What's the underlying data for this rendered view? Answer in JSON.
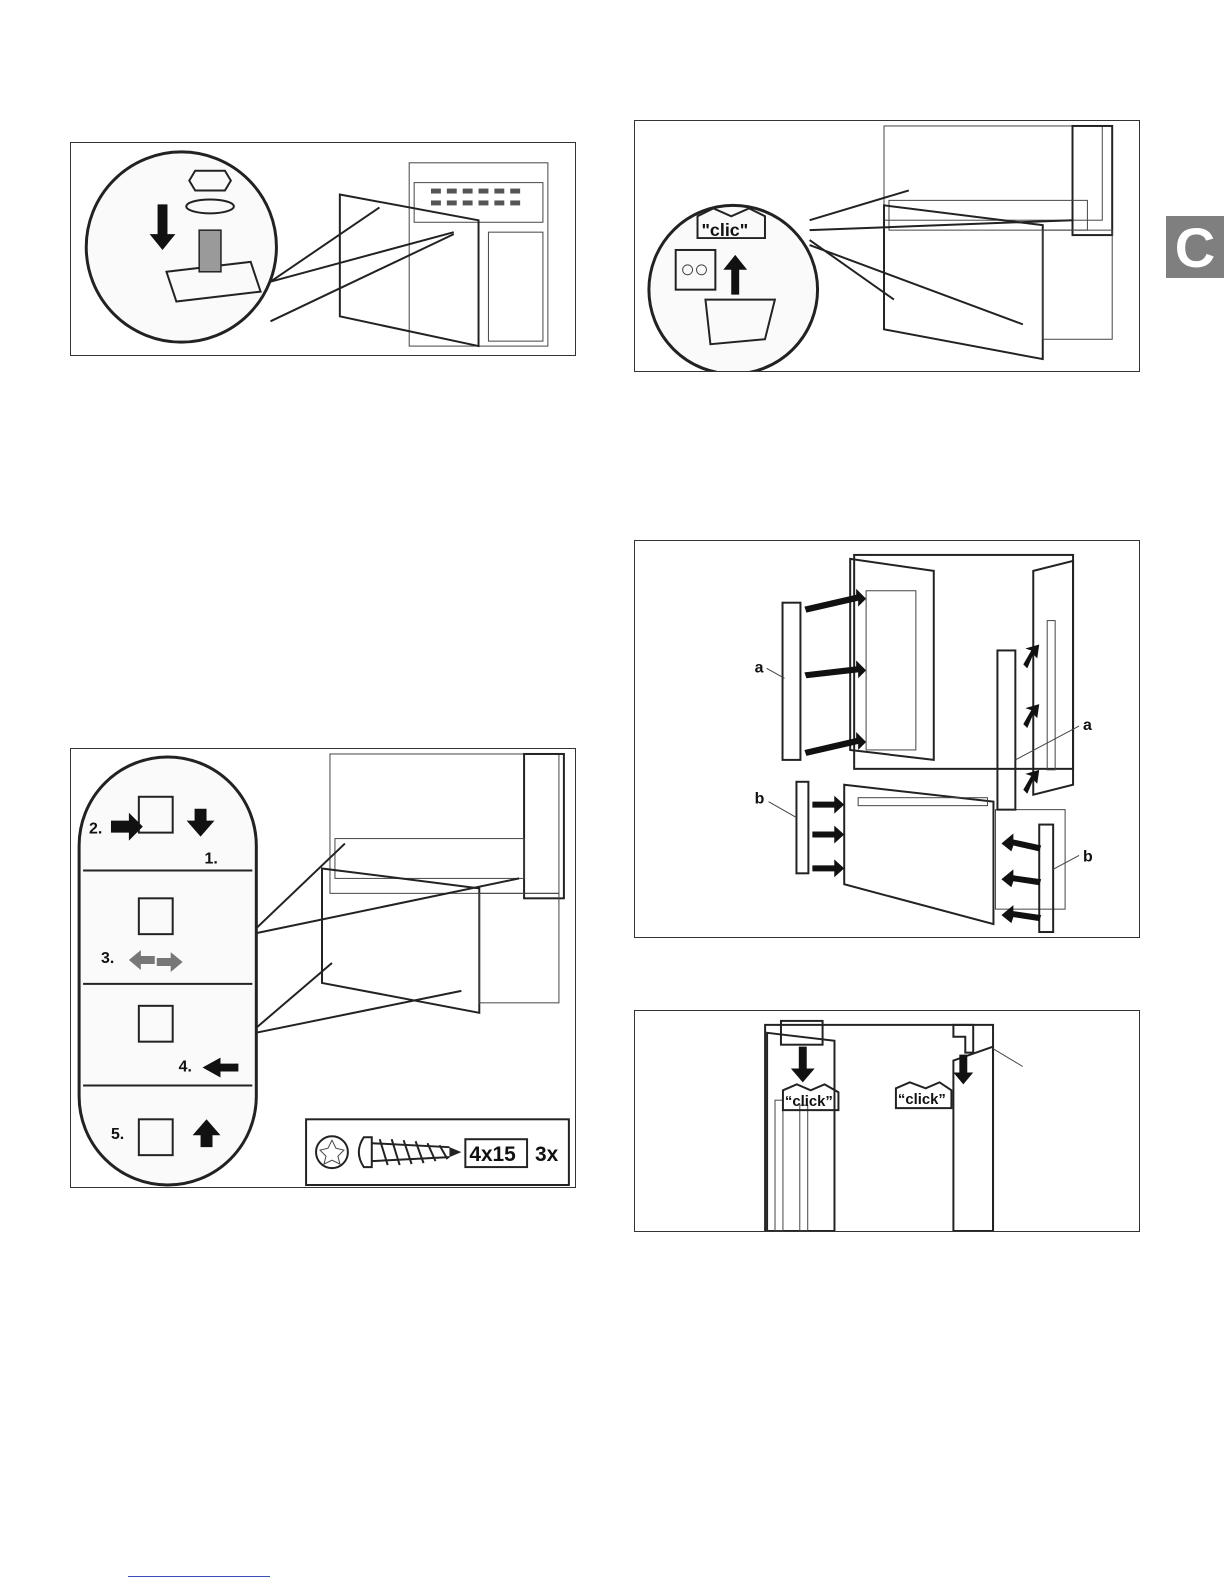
{
  "section_tab": "C",
  "figure1": {},
  "figure2": {
    "click_label": "\"clic\""
  },
  "figure3": {
    "steps": [
      "1.",
      "2.",
      "3.",
      "4.",
      "5."
    ],
    "screw_size": "4x15",
    "screw_qty": "3x"
  },
  "figure4": {
    "label_a": "a",
    "label_b": "b"
  },
  "figure5": {
    "click_left": "“click”",
    "click_right": "“click”"
  },
  "colors": {
    "tab": "#7f7f7f",
    "line": "#222222",
    "fill_gray": "#bdbdbd"
  }
}
